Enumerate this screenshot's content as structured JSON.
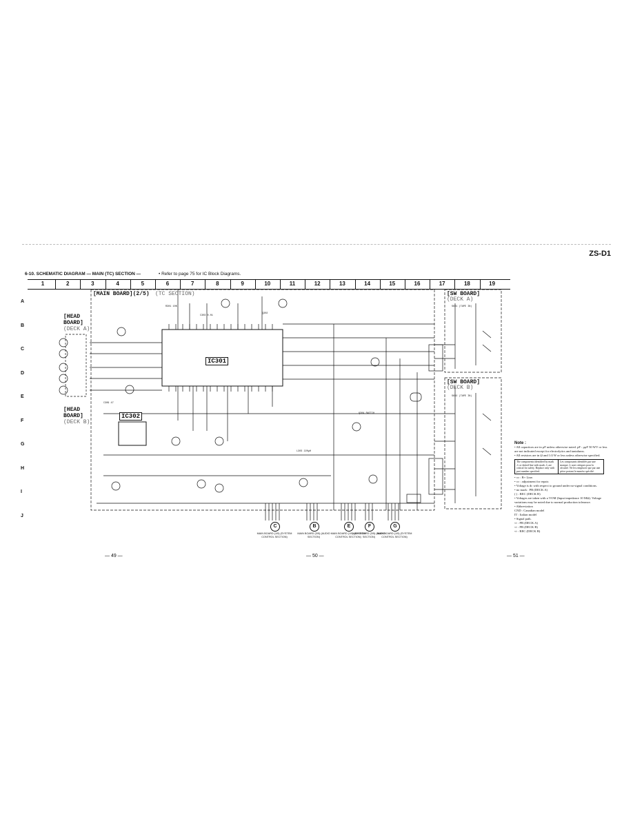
{
  "header": {
    "model": "ZS-D1",
    "section_title": "6-10. SCHEMATIC DIAGRAM — MAIN (TC) SECTION —",
    "reference_note": "• Refer to page 75 for IC Block Diagrams."
  },
  "grid": {
    "columns": [
      "1",
      "2",
      "3",
      "4",
      "5",
      "6",
      "7",
      "8",
      "9",
      "10",
      "11",
      "12",
      "13",
      "14",
      "15",
      "16",
      "17",
      "18",
      "19"
    ],
    "rows": [
      "A",
      "B",
      "C",
      "D",
      "E",
      "F",
      "G",
      "H",
      "I",
      "J"
    ]
  },
  "boards": {
    "main_title": "[MAIN BOARD](2/5)",
    "main_sub": "(TC SECTION)",
    "head_a_title_1": "[HEAD",
    "head_a_title_2": "BOARD]",
    "head_a_sub": "(DECK A)",
    "head_b_title_1": "[HEAD",
    "head_b_title_2": "BOARD]",
    "head_b_sub": "(DECK B)",
    "sw_a_title": "[SW BOARD]",
    "sw_a_sub": "(DECK A)",
    "sw_b_title": "[SW BOARD]",
    "sw_b_sub": "(DECK B)"
  },
  "ics": {
    "ic301": "IC301",
    "ic302": "IC302"
  },
  "connectors": [
    {
      "letter": "C",
      "caption": "MAIN BOARD (1/5) (SYSTEM CONTROL SECTION)"
    },
    {
      "letter": "B",
      "caption": "MAIN BOARD (3/5) (AUDIO SECTION)"
    },
    {
      "letter": "E",
      "caption": "MAIN BOARD (1/5) (SYSTEM CONTROL SECTION)"
    },
    {
      "letter": "F",
      "caption": "MAIN BOARD (3/5) (AUDIO SECTION)"
    },
    {
      "letter": "G",
      "caption": "MAIN BOARD (1/5) (SYSTEM CONTROL SECTION)"
    }
  ],
  "notes": {
    "title": "Note :",
    "lines": [
      "• All capacitors are in μF unless otherwise noted. pF : μμF 50 WV or less are not indicated except for electrolytics and tantalums.",
      "• All resistors are in Ω and 1/4 W or less unless otherwise specified."
    ],
    "safety_en": "The components identified by mark ⚠ or dotted line with mark ⚠ are critical for safety. Replace only with part number specified.",
    "safety_fr": "Les composants identifiés par une marque ⚠ sont critiques pour la sécurité. Ne les remplacer que par une pièce portant le numéro spécifié.",
    "lines2": [
      "• ▭ : B+ Line.",
      "• ▭ : adjustment for repair.",
      "• Voltage is dc with respect to ground under no-signal conditions.",
      "• no mark : PB (DECK A)",
      "  ( ) : REC (DECK B)",
      "• Voltages are taken with a VOM (Input impedance 10 MΩ). Voltage variations may be noted due to normal production tolerance.",
      "• Abbreviation",
      "  CND : Canadian model",
      "  IT : Italian model",
      "• Signal path.",
      "  ⇨ : PB (DECK A)",
      "  ⇨ : PB (DECK B)",
      "  ⇨ : REC (DECK B)"
    ]
  },
  "pages": [
    "— 49 —",
    "— 50 —",
    "— 51 —"
  ]
}
